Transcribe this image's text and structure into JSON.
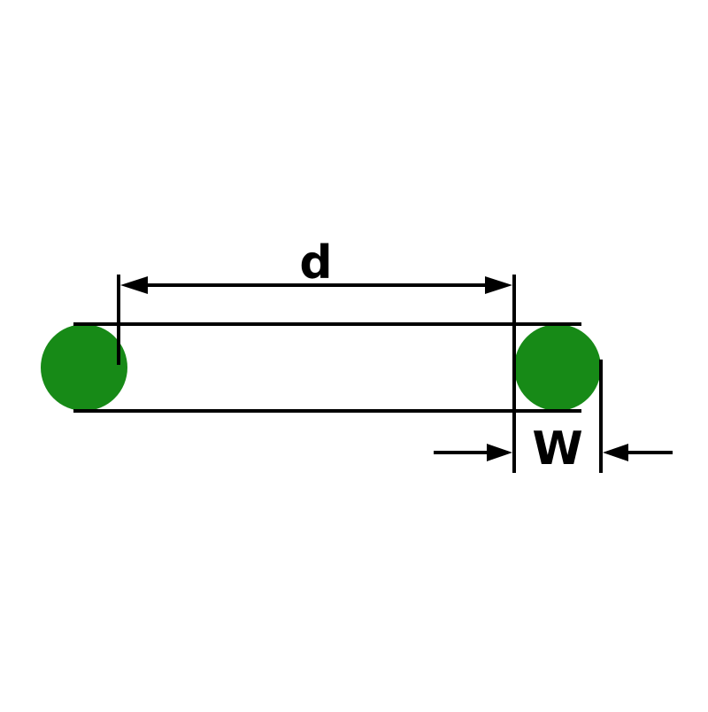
{
  "diagram": {
    "type": "o-ring-dimension-drawing",
    "labels": {
      "inner_diameter": "d",
      "cross_section_width": "W"
    },
    "colors": {
      "ring_fill": "#178a17",
      "line": "#000000",
      "background": "#ffffff"
    }
  }
}
